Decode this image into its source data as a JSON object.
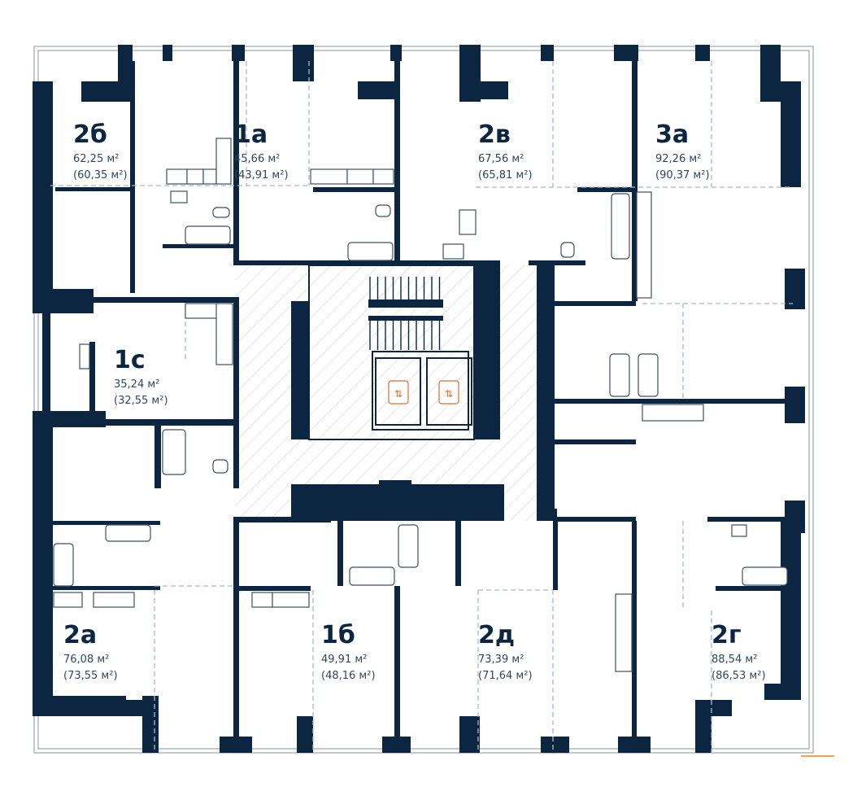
{
  "plan": {
    "units": [
      {
        "code": "2б",
        "area": "62,25 м²",
        "area_net": "(60,35 м²)"
      },
      {
        "code": "1а",
        "area": "45,66 м²",
        "area_net": "(43,91 м²)"
      },
      {
        "code": "2в",
        "area": "67,56 м²",
        "area_net": "(65,81 м²)"
      },
      {
        "code": "3а",
        "area": "92,26 м²",
        "area_net": "(90,37 м²)"
      },
      {
        "code": "1с",
        "area": "35,24 м²",
        "area_net": "(32,55 м²)"
      },
      {
        "code": "2а",
        "area": "76,08 м²",
        "area_net": "(73,55 м²)"
      },
      {
        "code": "1б",
        "area": "49,91 м²",
        "area_net": "(48,16 м²)"
      },
      {
        "code": "2д",
        "area": "73,39 м²",
        "area_net": "(71,64 м²)"
      },
      {
        "code": "2г",
        "area": "88,54 м²",
        "area_net": "(86,53 м²)"
      }
    ],
    "colors": {
      "wall": "#0c2540",
      "elevator_icon": "#e8692a",
      "accent_line": "#f2a24a"
    }
  }
}
